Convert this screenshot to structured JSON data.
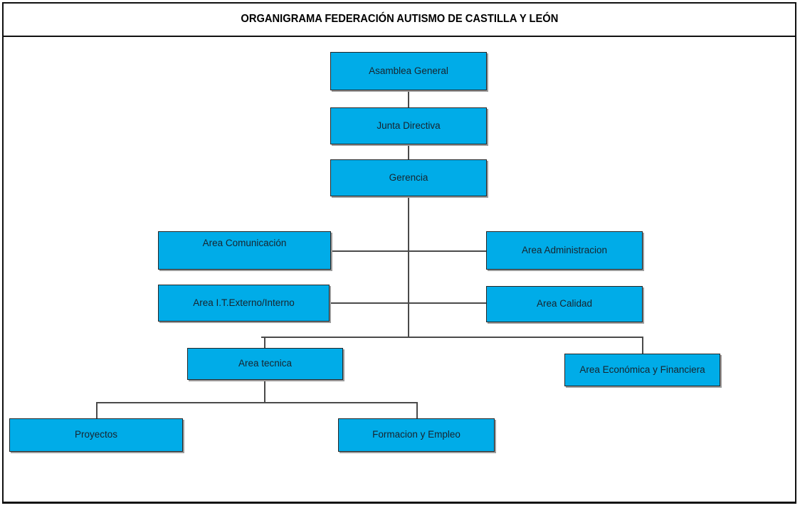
{
  "title": "ORGANIGRAMA FEDERACIÓN AUTISMO DE CASTILLA Y LEÓN",
  "colors": {
    "box_fill": "#00ACE8",
    "box_border": "#252525",
    "box_shadow": "#9c9c9c",
    "connector": "#4a4a4a",
    "title_text": "#000000",
    "box_text": "#17242e"
  },
  "nodes": [
    {
      "id": "asamblea-general",
      "label": "Asamblea General",
      "parent": null
    },
    {
      "id": "junta-directiva",
      "label": "Junta Directiva",
      "parent": "asamblea-general"
    },
    {
      "id": "gerencia",
      "label": "Gerencia",
      "parent": "junta-directiva"
    },
    {
      "id": "area-comunicacion",
      "label": "Area Comunicación",
      "parent": "gerencia"
    },
    {
      "id": "area-administracion",
      "label": "Area Administracion",
      "parent": "gerencia"
    },
    {
      "id": "area-it-externo-interno",
      "label": "Area I.T.Externo/Interno",
      "parent": "gerencia"
    },
    {
      "id": "area-calidad",
      "label": "Area Calidad",
      "parent": "gerencia"
    },
    {
      "id": "area-tecnica",
      "label": "Area tecnica",
      "parent": "gerencia"
    },
    {
      "id": "area-economica-financiera",
      "label": "Area Económica y Financiera",
      "parent": "gerencia"
    },
    {
      "id": "proyectos",
      "label": "Proyectos",
      "parent": "area-tecnica"
    },
    {
      "id": "formacion-y-empleo",
      "label": "Formacion y Empleo",
      "parent": "area-tecnica"
    }
  ]
}
